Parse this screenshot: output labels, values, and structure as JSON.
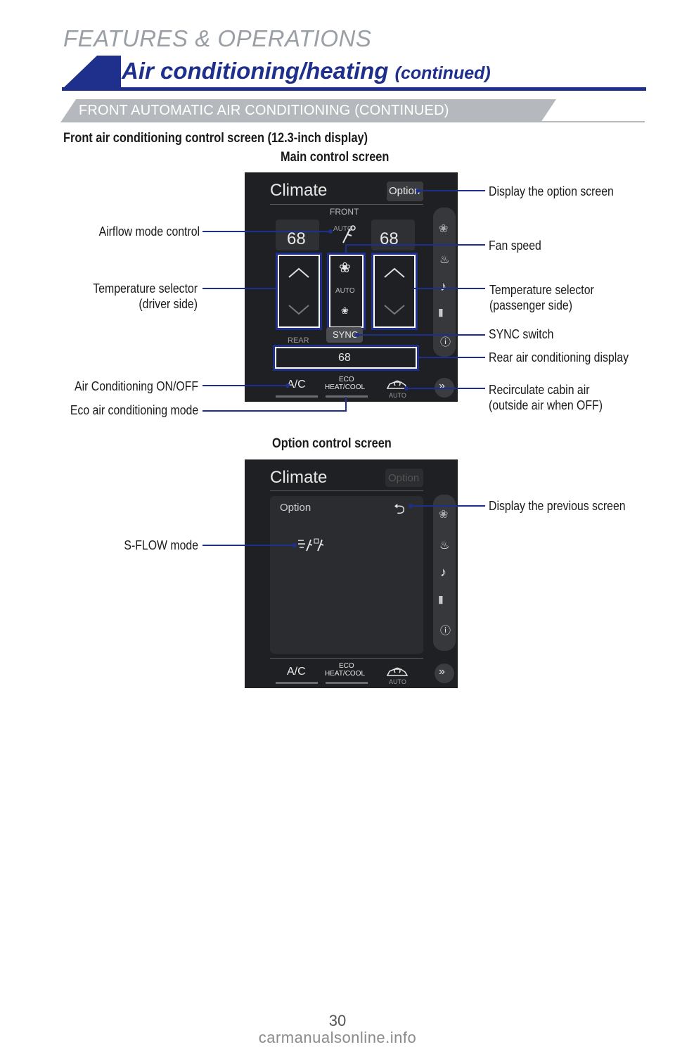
{
  "header": {
    "section": "FEATURES & OPERATIONS",
    "title": "Air conditioning/heating",
    "title_suffix": "(continued)",
    "subheading": "FRONT AUTOMATIC AIR CONDITIONING (CONTINUED)"
  },
  "figure_title": "Front air conditioning control screen (12.3-inch display)",
  "main_screen": {
    "caption": "Main control screen",
    "climate": "Climate",
    "option": "Option",
    "front": "FRONT",
    "auto": "AUTO",
    "temp_left": "68",
    "temp_right": "68",
    "fan_auto": "AUTO",
    "sync": "SYNC",
    "rear": "REAR",
    "rear_temp": "68",
    "ac": "A/C",
    "eco": "ECO",
    "heat_cool": "HEAT/COOL",
    "recirc_auto": "AUTO",
    "callouts": {
      "display_option": "Display the option screen",
      "airflow": "Airflow mode control",
      "fan_speed": "Fan speed",
      "temp_driver_1": "Temperature selector",
      "temp_driver_2": "(driver side)",
      "temp_pass_1": "Temperature selector",
      "temp_pass_2": "(passenger side)",
      "sync_switch": "SYNC switch",
      "rear_display": "Rear air conditioning display",
      "ac_onoff": "Air Conditioning ON/OFF",
      "recirc_1": "Recirculate cabin air",
      "recirc_2": "(outside air when OFF)",
      "eco_mode": "Eco air conditioning mode"
    }
  },
  "option_screen": {
    "caption": "Option control screen",
    "climate": "Climate",
    "option_btn": "Option",
    "option_label": "Option",
    "ac": "A/C",
    "eco": "ECO",
    "heat_cool": "HEAT/COOL",
    "recirc_auto": "AUTO",
    "callouts": {
      "previous": "Display the previous screen",
      "sflow": "S-FLOW mode"
    }
  },
  "page_number": "30",
  "watermark": "carmanualsonline.info"
}
